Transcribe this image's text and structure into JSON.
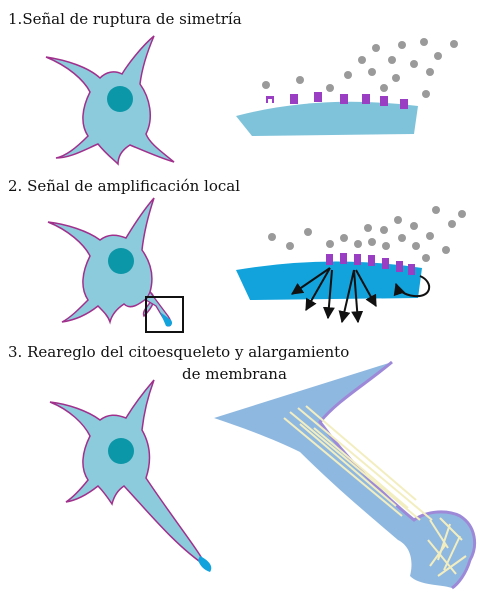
{
  "steps": [
    {
      "number": "1.",
      "title": "Señal de ruptura de simetría"
    },
    {
      "number": "2.",
      "title": "Señal de amplificación local"
    },
    {
      "number": "3.",
      "title_line1": "Reareglo del citoesqueleto y alargamiento",
      "title_line2": "de membrana"
    }
  ],
  "colors": {
    "cell_fill": "#8ccbdc",
    "cell_outline": "#a0308c",
    "nucleus": "#0b97a8",
    "membrane": "#7fc3da",
    "membrane_active": "#12a3dd",
    "receptor": "#9a3fc4",
    "ligand": "#9a9a9a",
    "arrow": "#111111",
    "highlight_box": "#111111",
    "filaments": "#f3eec0",
    "neurite_fill": "#8fb8e0",
    "neurite_tip": "#12a3dd"
  },
  "icons": [
    "cell-icon",
    "nucleus-icon",
    "receptor-icon",
    "ligand-icon",
    "arrow-icon",
    "curved-arrow-icon",
    "zoom-box-icon"
  ]
}
